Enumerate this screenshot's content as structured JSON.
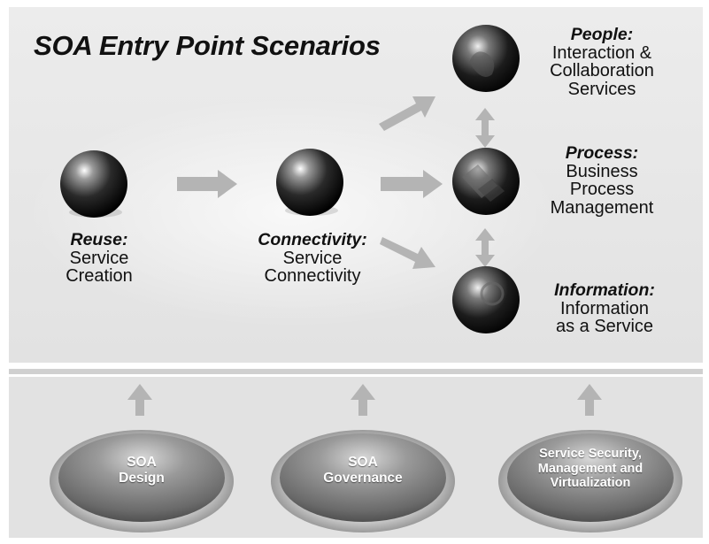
{
  "title": "SOA Entry Point Scenarios",
  "entry_points": [
    {
      "id": "reuse",
      "heading": "Reuse:",
      "description": "Service\nCreation"
    },
    {
      "id": "connectivity",
      "heading": "Connectivity:",
      "description": "Service\nConnectivity"
    },
    {
      "id": "people",
      "heading": "People:",
      "description": "Interaction &\nCollaboration\nServices"
    },
    {
      "id": "process",
      "heading": "Process:",
      "description": "Business\nProcess\nManagement"
    },
    {
      "id": "information",
      "heading": "Information:",
      "description": "Information\nas a Service"
    }
  ],
  "foundations": [
    {
      "id": "design",
      "label": "SOA\nDesign"
    },
    {
      "id": "governance",
      "label": "SOA\nGovernance"
    },
    {
      "id": "security",
      "label": "Service Security,\nManagement and\nVirtualization"
    }
  ],
  "icons": {
    "sphere": "sphere-icon",
    "arrow": "arrow-icon",
    "double_arrow": "double-arrow-icon"
  },
  "colors": {
    "panel": "#e6e6e6",
    "arrow": "#b4b4b4",
    "oval": "#8a8a8a"
  }
}
